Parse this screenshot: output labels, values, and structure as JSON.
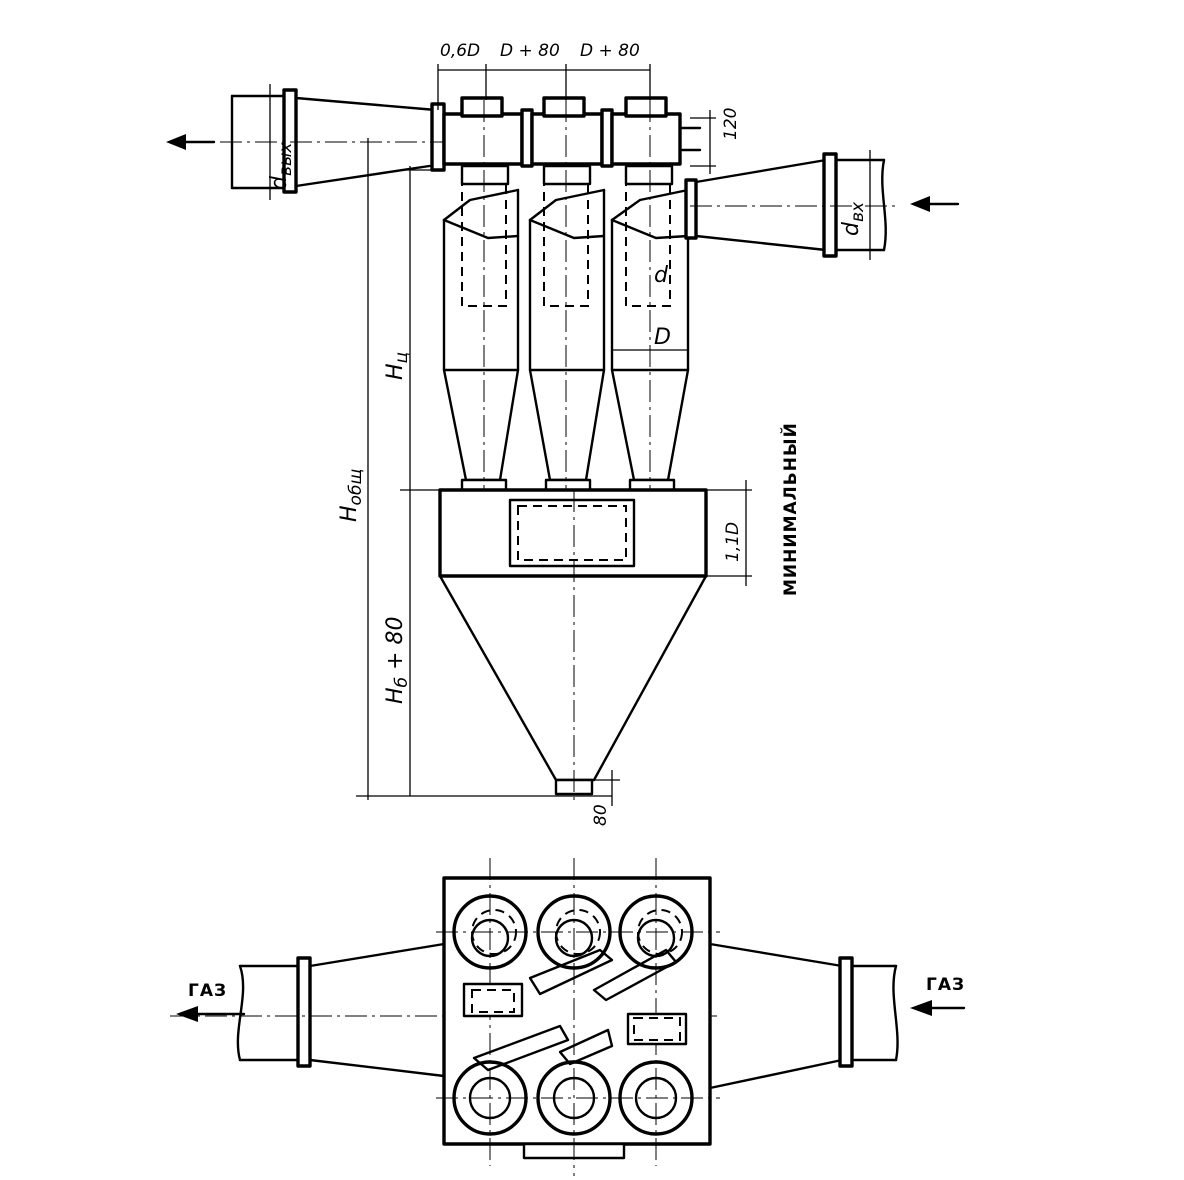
{
  "dimensions": {
    "top_spacing_1": "0,6D",
    "top_spacing_2": "D + 80",
    "top_spacing_3": "D + 80",
    "flange_gap": "120",
    "outlet_diameter": "d",
    "outlet_diameter_sub": "вых",
    "inlet_diameter": "d",
    "inlet_diameter_sub": "вх",
    "inner_pipe": "d",
    "cyclone_diameter": "D",
    "cyclone_height": "H",
    "cyclone_height_sub": "ц",
    "total_height": "H",
    "total_height_sub": "общ",
    "bunker_height": "H",
    "bunker_height_sub": "б",
    "bunker_height_suffix": " + 80",
    "bunker_box": "1,1D",
    "bottom_outlet": "80"
  },
  "labels": {
    "minimal": "МИНИМАЛЬНЫЙ",
    "gas_left": "ГАЗ",
    "gas_right": "ГАЗ"
  }
}
